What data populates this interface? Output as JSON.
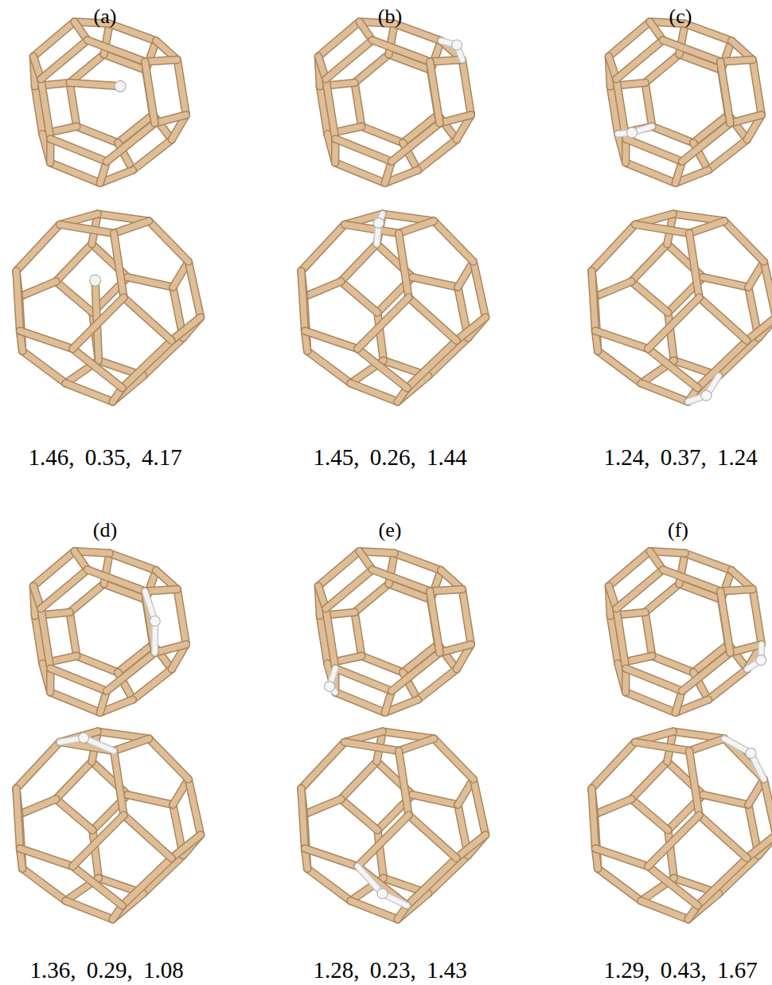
{
  "diagram": {
    "labels": [
      "(a)",
      "(b)",
      "(c)",
      "1.46, 0.35, 4.17",
      "1.45, 0.26, 1.44",
      "1.24, 0.37, 1.24",
      "(d)",
      "(e)",
      "(f)",
      "1.36, 0.29, 1.08",
      "1.28, 0.23, 1.43",
      "1.29, 0.43, 1.67"
    ]
  }
}
